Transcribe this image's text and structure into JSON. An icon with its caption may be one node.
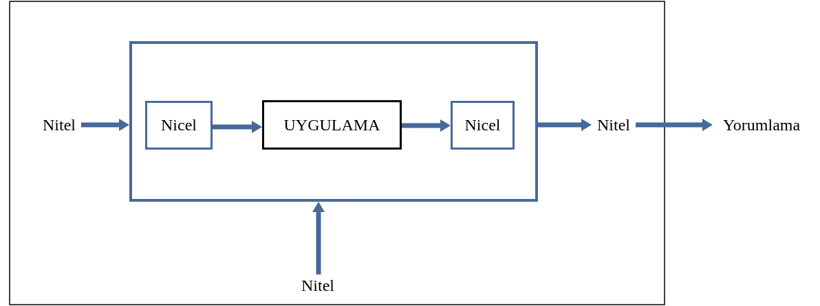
{
  "diagram": {
    "nodes": [
      {
        "text": [
          "Nitel"
        ]
      },
      {
        "text": [],
        "shape": "box"
      },
      {
        "text": [
          "Nicel"
        ],
        "in": 1
      },
      {
        "text": [
          "UYGULAMA"
        ],
        "in": 1
      },
      {
        "text": [
          "Nicel"
        ],
        "in": 1
      },
      {
        "text": [
          "Nitel"
        ]
      },
      {
        "text": [
          "Yorumlama"
        ]
      },
      {
        "text": [
          "Nitel"
        ]
      }
    ],
    "edges": [
      {
        "from": 0,
        "to": 1,
        "arrow": "to"
      },
      {
        "from": 2,
        "to": 3,
        "arrow": "to"
      },
      {
        "from": 3,
        "to": 4,
        "arrow": "to"
      },
      {
        "from": 1,
        "to": 5,
        "arrow": "to"
      },
      {
        "from": 5,
        "to": 6,
        "arrow": "to"
      },
      {
        "from": 7,
        "to": 1,
        "arrow": "to"
      }
    ]
  }
}
